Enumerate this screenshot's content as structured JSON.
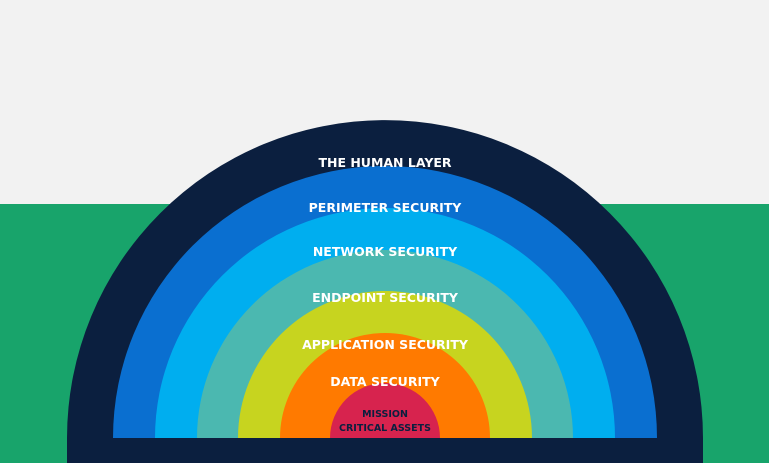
{
  "colors": {
    "background_top": "#f2f2f2",
    "background_bottom": "#18a46b"
  },
  "layers": [
    {
      "label": "THE HUMAN LAYER",
      "color": "#0b1f3f"
    },
    {
      "label": "PERIMETER SECURITY",
      "color": "#0a6fd0"
    },
    {
      "label": "NETWORK SECURITY",
      "color": "#00aeef"
    },
    {
      "label": "ENDPOINT SECURITY",
      "color": "#4bb8b0"
    },
    {
      "label": "APPLICATION SECURITY",
      "color": "#c7d41f"
    },
    {
      "label": "DATA SECURITY",
      "color": "#ff7a00"
    }
  ],
  "core": {
    "line1": "MISSION",
    "line2": "CRITICAL ASSETS",
    "color": "#d7234e"
  }
}
